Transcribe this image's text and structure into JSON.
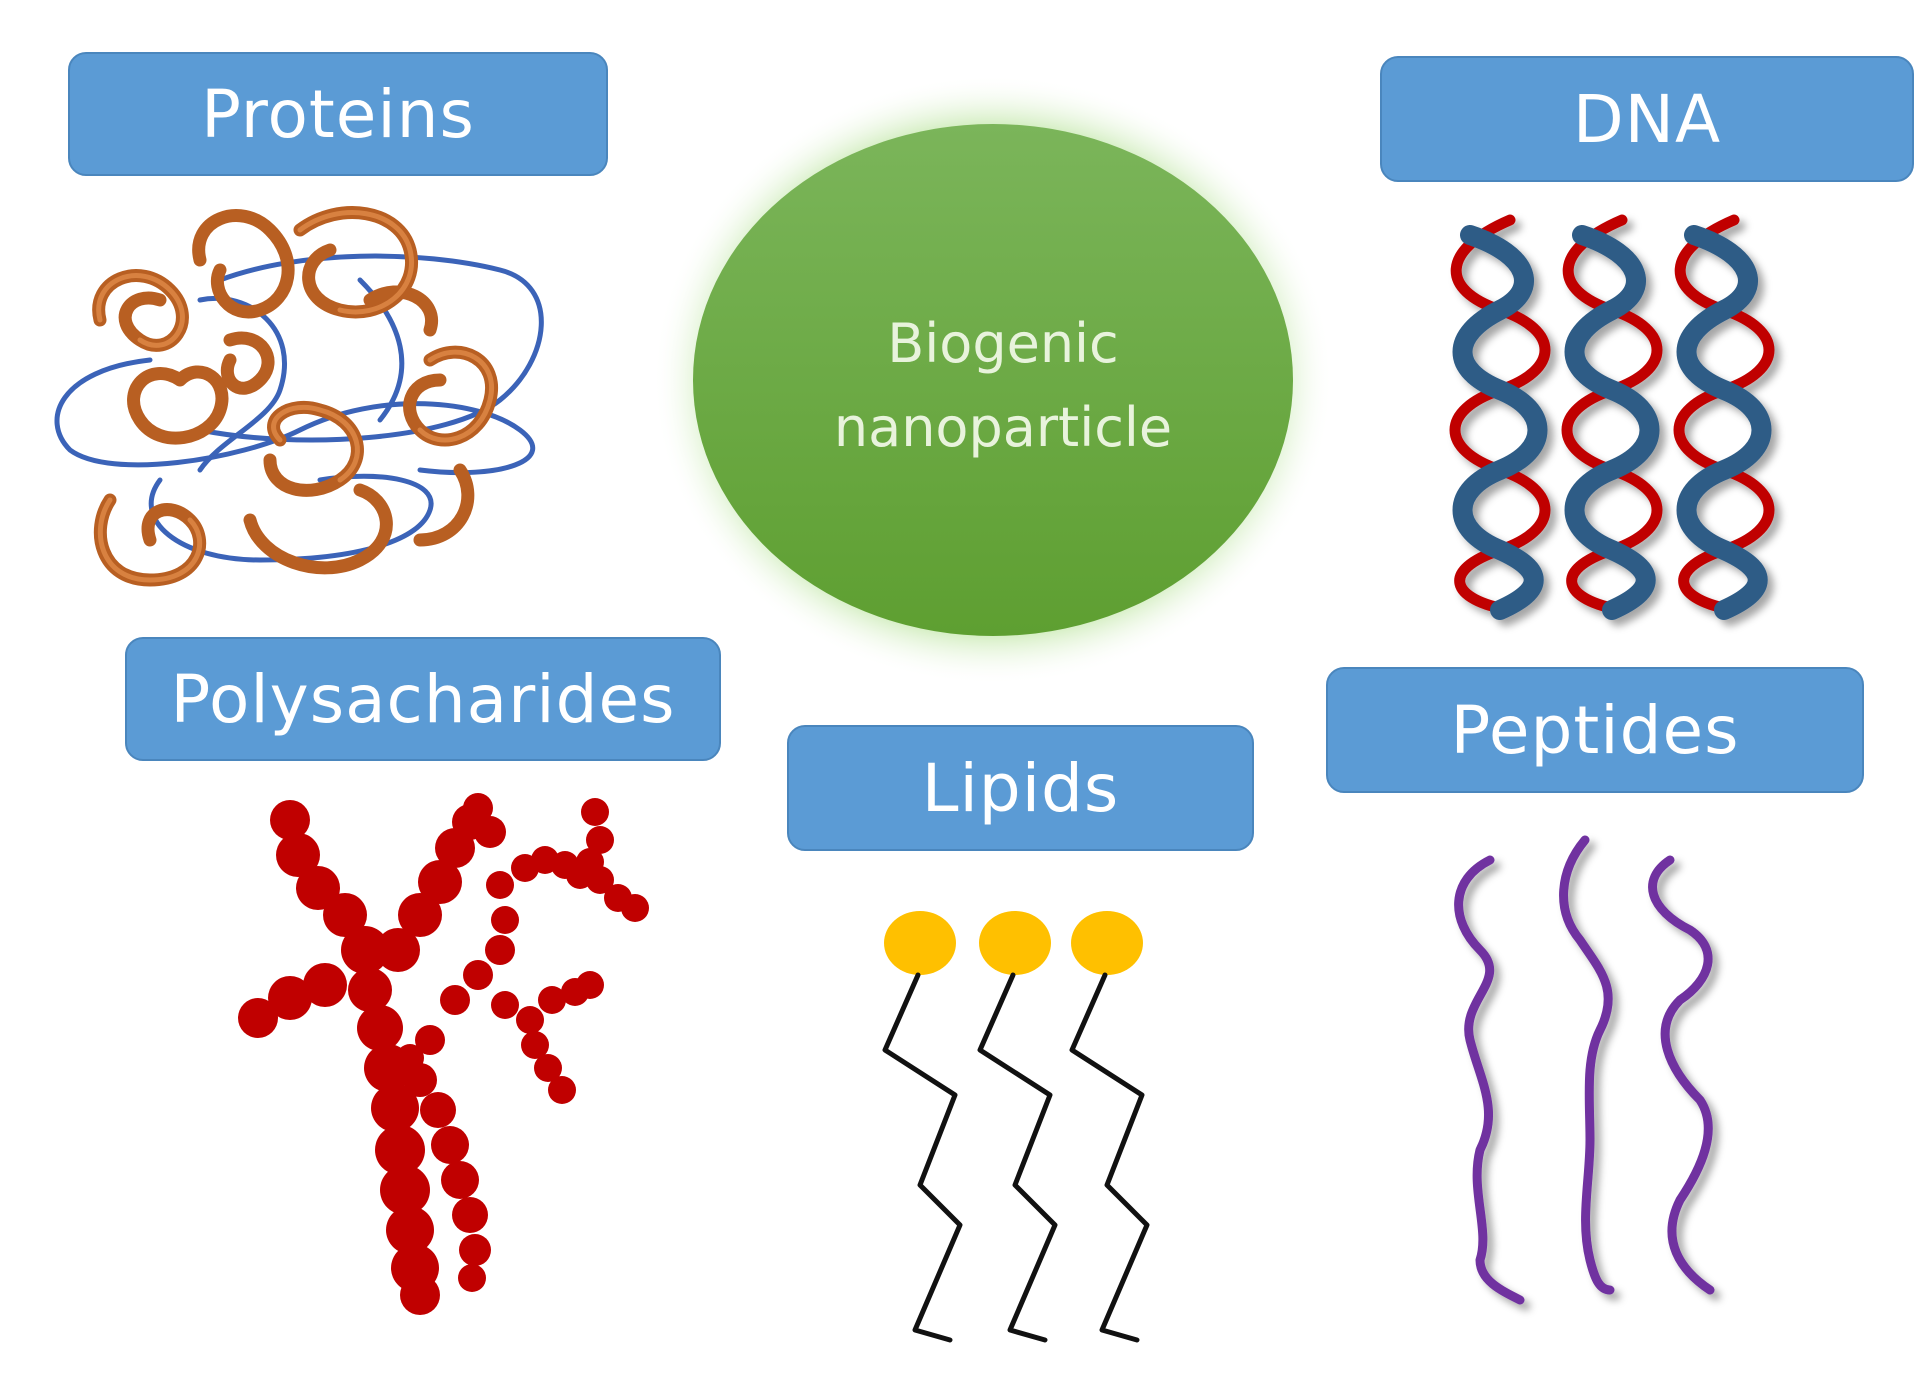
{
  "center": {
    "line1": "Biogenic",
    "line2": "nanoparticle"
  },
  "labels": {
    "proteins": "Proteins",
    "dna": "DNA",
    "polysaccharides": "Polysacharides",
    "lipids": "Lipids",
    "peptides": "Peptides"
  },
  "colors": {
    "label_fill": "#5b9bd5",
    "center_fill": "#6aaa3e",
    "protein_orange": "#cc6f2e",
    "protein_blue": "#3b63b8",
    "dna_blue": "#2e5b86",
    "dna_red": "#c00000",
    "polysaccharide_red": "#c00000",
    "lipid_head": "#ffc000",
    "peptide_purple": "#7030a0"
  }
}
